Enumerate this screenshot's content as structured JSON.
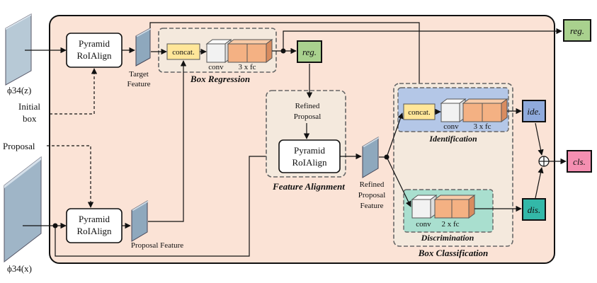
{
  "inputs": {
    "phi_z": "ϕ34(z)",
    "phi_x": "ϕ34(x)",
    "initial_box": [
      "Initial",
      "box"
    ],
    "proposal": "Proposal"
  },
  "blocks": {
    "roi_top": [
      "Pyramid",
      "RoIAlign"
    ],
    "roi_bottom": [
      "Pyramid",
      "RoIAlign"
    ],
    "roi_middle": [
      "Pyramid",
      "RoIAlign"
    ]
  },
  "features": {
    "target": [
      "Target",
      "Feature"
    ],
    "proposal": "Proposal Feature",
    "refined_proposal": [
      "Refined",
      "Proposal"
    ],
    "refined_proposal_feature": [
      "Refined",
      "Proposal",
      "Feature"
    ]
  },
  "stages": {
    "box_regression": "Box Regression",
    "feature_alignment": "Feature Alignment",
    "identification": "Identification",
    "discrimination": "Discrimination",
    "box_classification": "Box Classification"
  },
  "layer_labels": {
    "concat_1": "concat.",
    "concat_2": "concat.",
    "conv_1": "conv",
    "fc_1": "3 x fc",
    "conv_2": "conv",
    "fc_2": "3 x fc",
    "conv_3": "conv",
    "fc_3": "2 x fc"
  },
  "outputs": {
    "reg_inner": "reg.",
    "reg_outer": "reg.",
    "ide": "ide.",
    "dis": "dis.",
    "cls": "cls.",
    "sum_symbol": "+"
  },
  "colors": {
    "main_panel": "#fbe3d6",
    "stage_bg": "#f4e9dd",
    "feature_slab": "#8ea8bd",
    "concat": "#ffe699",
    "fc": "#f4b183",
    "conv": "#f2f2f2",
    "reg": "#a9d18e",
    "ide": "#8faadc",
    "dis": "#33b8a8",
    "cls": "#f48fb1",
    "identification_bg": "#b4c7e7",
    "discrimination_bg": "#a9dfcf"
  }
}
